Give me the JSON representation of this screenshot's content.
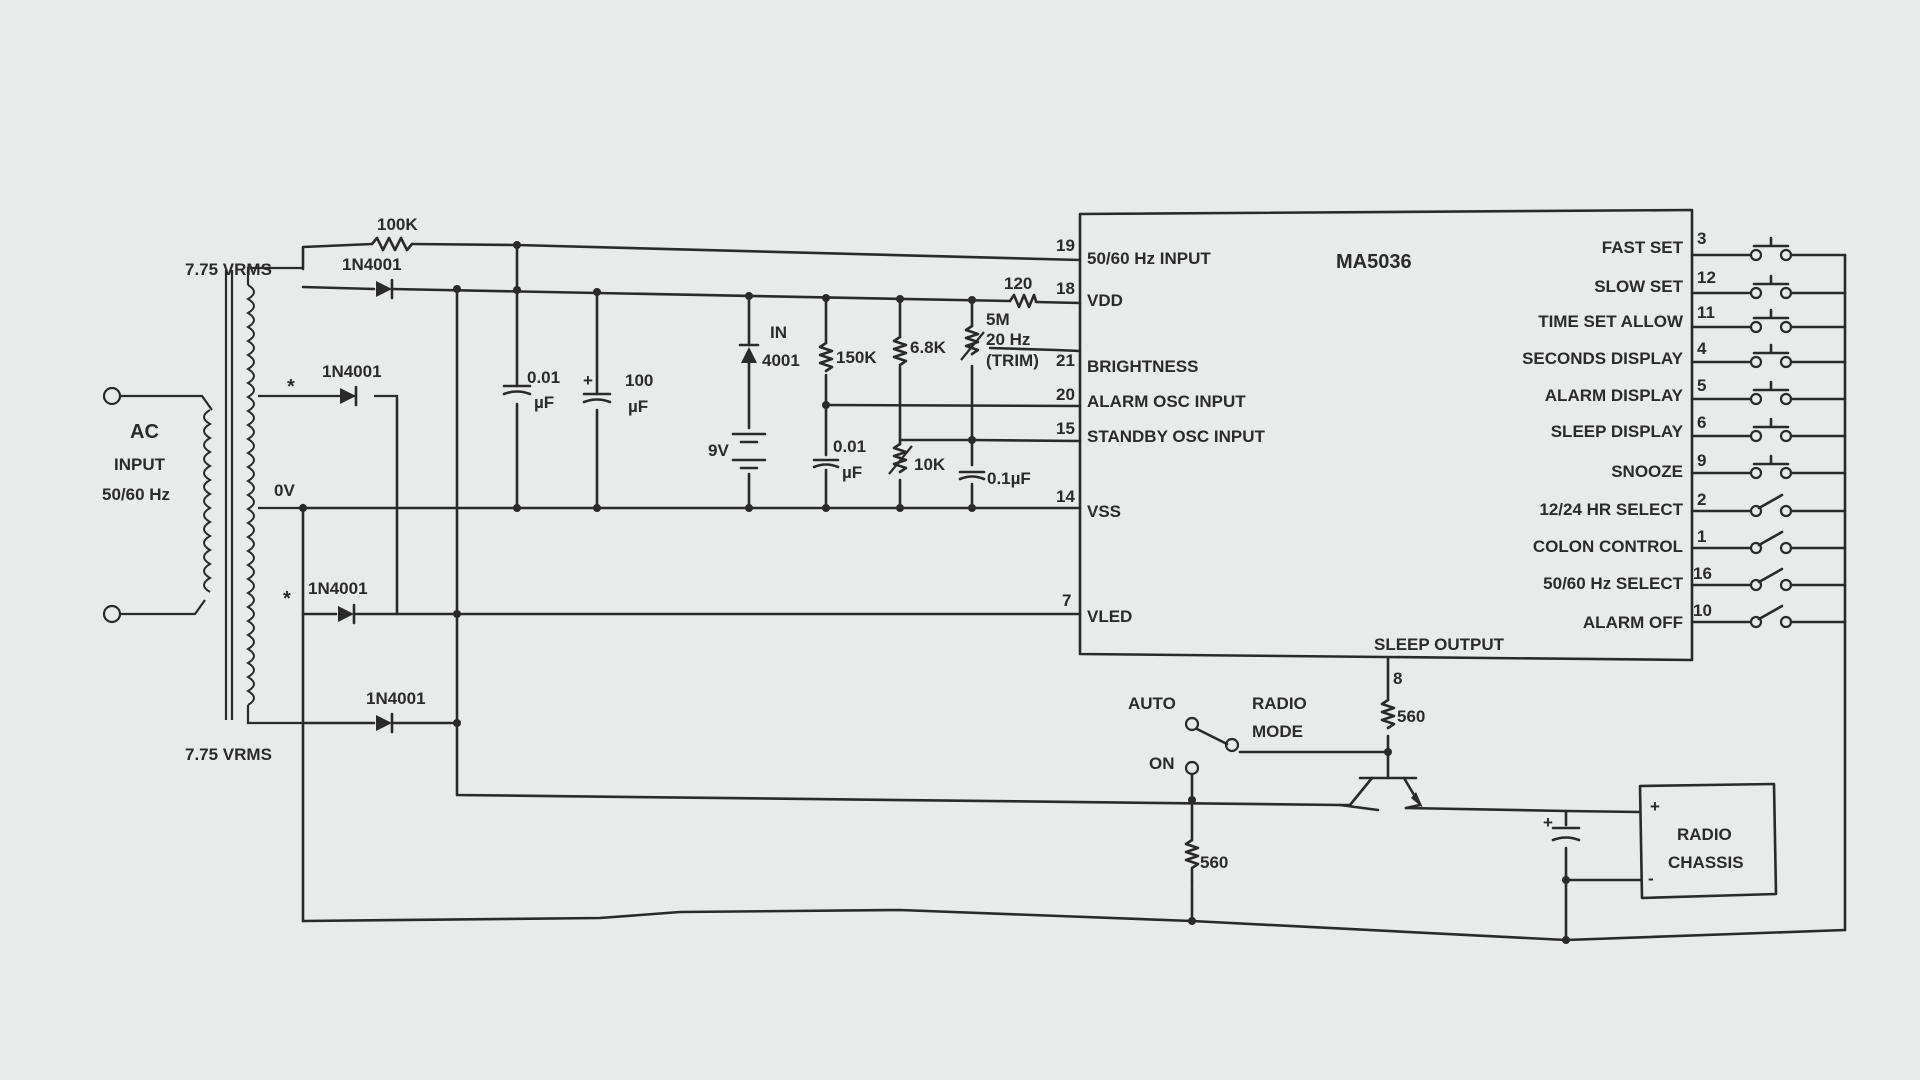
{
  "ic": {
    "name": "MA5036",
    "left_pins": [
      {
        "num": "19",
        "label": "50/60 Hz INPUT"
      },
      {
        "num": "18",
        "label": "VDD"
      },
      {
        "num": "21",
        "label": "BRIGHTNESS"
      },
      {
        "num": "20",
        "label": "ALARM OSC INPUT"
      },
      {
        "num": "15",
        "label": "STANDBY OSC INPUT"
      },
      {
        "num": "14",
        "label": "VSS"
      },
      {
        "num": "7",
        "label": "VLED"
      }
    ],
    "right_pins": [
      {
        "num": "3",
        "label": "FAST SET"
      },
      {
        "num": "12",
        "label": "SLOW SET"
      },
      {
        "num": "11",
        "label": "TIME SET ALLOW"
      },
      {
        "num": "4",
        "label": "SECONDS DISPLAY"
      },
      {
        "num": "5",
        "label": "ALARM DISPLAY"
      },
      {
        "num": "6",
        "label": "SLEEP DISPLAY"
      },
      {
        "num": "9",
        "label": "SNOOZE"
      },
      {
        "num": "2",
        "label": "12/24 HR SELECT"
      },
      {
        "num": "1",
        "label": "COLON CONTROL"
      },
      {
        "num": "16",
        "label": "50/60 Hz SELECT"
      },
      {
        "num": "10",
        "label": "ALARM OFF"
      }
    ],
    "bottom_pin": {
      "num": "8",
      "label": "SLEEP OUTPUT"
    }
  },
  "transformer": {
    "input_label_1": "AC",
    "input_label_2": "INPUT",
    "input_label_3": "50/60 Hz",
    "top_voltage": "7.75 VRMS",
    "bottom_voltage": "7.75 VRMS",
    "center_tap": "0V",
    "mark_1": "*",
    "mark_2": "*"
  },
  "components": {
    "r_100k": "100K",
    "d1": "1N4001",
    "d2": "1N4001",
    "d3": "1N4001",
    "d4": "1N4001",
    "c_001": "0.01",
    "c_001_unit": "µF",
    "c_100_plus": "+",
    "c_100": "100",
    "c_100_unit": "µF",
    "d_zener_1": "IN",
    "d_zener_2": "4001",
    "battery": "9V",
    "r_150k": "150K",
    "c_001b": "0.01",
    "c_001b_unit": "µF",
    "r_68k": "6.8K",
    "r_10k": "10K",
    "r_120": "120",
    "r_5m": "5M",
    "trim_1": "20 Hz",
    "trim_2": "(TRIM)",
    "c_01": "0.1µF",
    "r_560a": "560",
    "r_560b": "560"
  },
  "switch_mode": {
    "auto": "AUTO",
    "on": "ON",
    "label_1": "RADIO",
    "label_2": "MODE"
  },
  "radio": {
    "label_1": "RADIO",
    "label_2": "CHASSIS",
    "plus": "+",
    "minus": "-",
    "cap_plus": "+"
  }
}
